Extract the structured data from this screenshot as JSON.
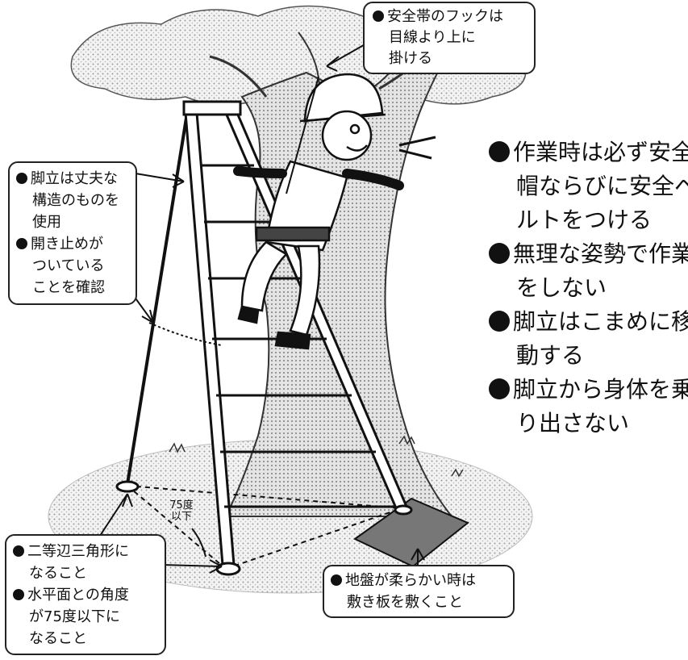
{
  "callouts": {
    "hook": {
      "lines": [
        "●安全帯のフックは",
        "目線より上に",
        "掛ける"
      ]
    },
    "ladder_spec": {
      "lines": [
        "●脚立は丈夫な",
        "構造のものを",
        "使用",
        "●開き止めが",
        "ついている",
        "ことを確認"
      ]
    },
    "triangle": {
      "lines": [
        "●二等辺三角形に",
        "なること",
        "●水平面との角度",
        "が75度以下に",
        "なること"
      ]
    },
    "ground": {
      "lines": [
        "●地盤が柔らかい時は",
        "敷き板を敷くこと"
      ]
    }
  },
  "tips": {
    "lines": [
      "●作業時は必ず安全",
      "帽ならびに安全ベ",
      "ルトをつける",
      "●無理な姿勢で作業",
      "をしない",
      "●脚立はこまめに移",
      "動する",
      "●脚立から身体を乗",
      "り出さない"
    ]
  },
  "angle_label": {
    "value": "75度",
    "suffix": "以下"
  },
  "colors": {
    "ink": "#111111",
    "shade": "#cfcfcf"
  }
}
